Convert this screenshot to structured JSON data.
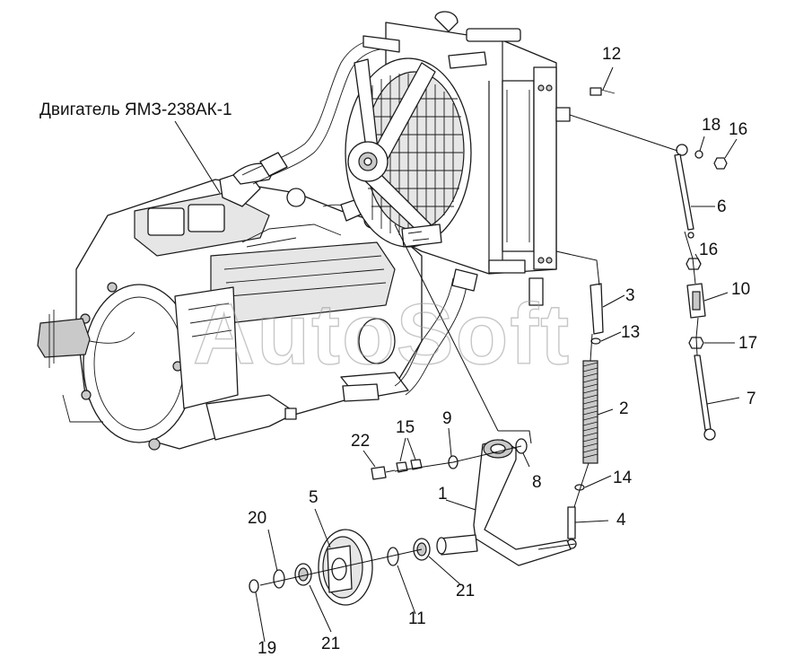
{
  "engine_label": "Двигатель ЯМЗ-238АК-1",
  "watermark": "AutoSoft",
  "callouts": {
    "c1": "1",
    "c2": "2",
    "c3": "3",
    "c4": "4",
    "c5": "5",
    "c6": "6",
    "c7": "7",
    "c8": "8",
    "c9": "9",
    "c10": "10",
    "c11": "11",
    "c12": "12",
    "c13": "13",
    "c14": "14",
    "c15": "15",
    "c16a": "16",
    "c16b": "16",
    "c17": "17",
    "c18": "18",
    "c19": "19",
    "c20": "20",
    "c21a": "21",
    "c21b": "21",
    "c22": "22"
  }
}
